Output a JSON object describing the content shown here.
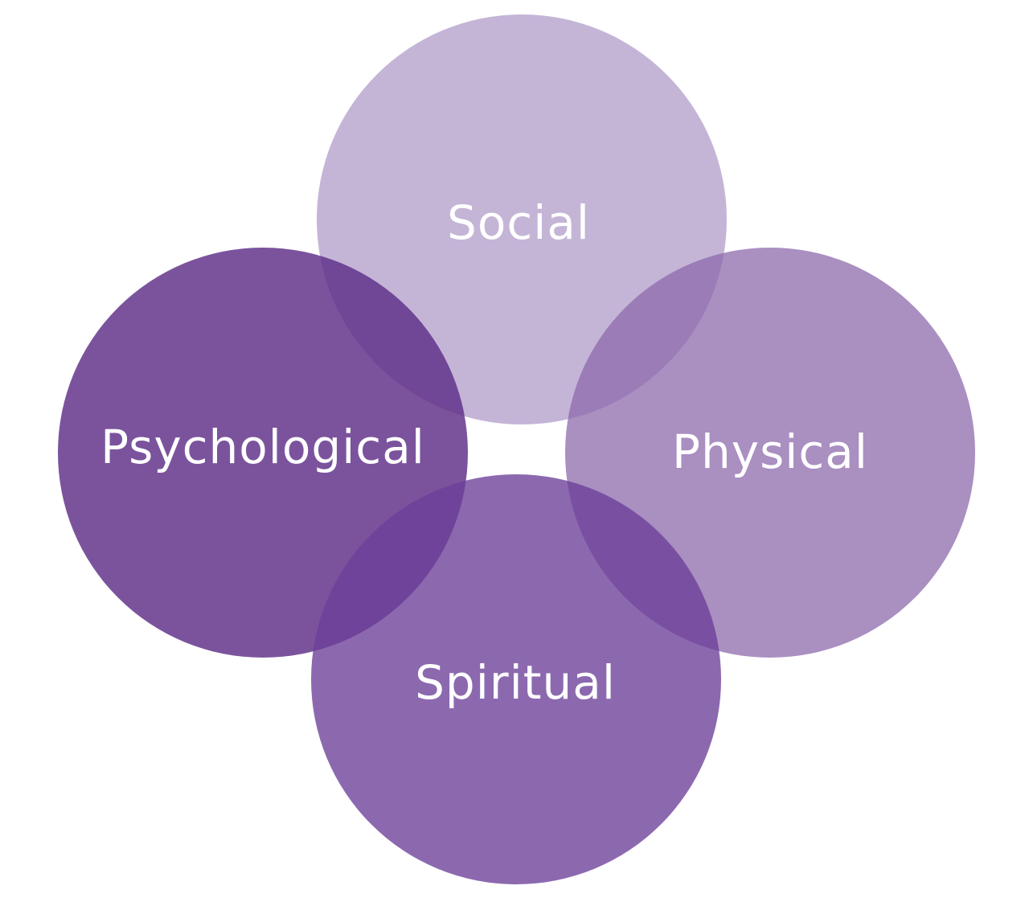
{
  "diagram": {
    "circles": [
      {
        "id": "social",
        "label": "Social",
        "color": "#a48dc2"
      },
      {
        "id": "psychological",
        "label": "Psychological",
        "color": "#5e2d88"
      },
      {
        "id": "physical",
        "label": "Physical",
        "color": "#8d6aac"
      },
      {
        "id": "spiritual",
        "label": "Spiritual",
        "color": "#6c3f98"
      }
    ]
  }
}
